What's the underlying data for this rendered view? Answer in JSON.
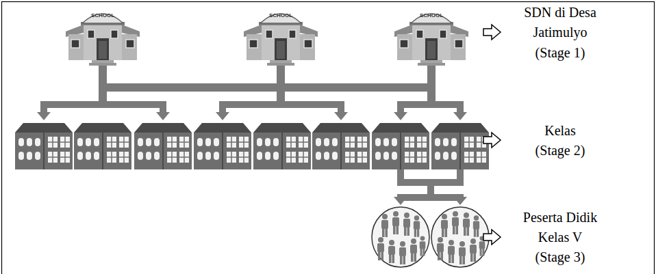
{
  "diagram": {
    "nodes": [
      {
        "text": [
          "SCHOOL"
        ]
      },
      {
        "text": [
          "SCHOOL"
        ]
      },
      {
        "text": [
          "SCHOOL"
        ]
      }
    ],
    "labels": [
      "SDN di Desa Jatimulyo",
      "(Stage 1)",
      "Kelas",
      "(Stage 2)",
      "Peserta Didik Kelas V",
      "(Stage 3)"
    ]
  }
}
